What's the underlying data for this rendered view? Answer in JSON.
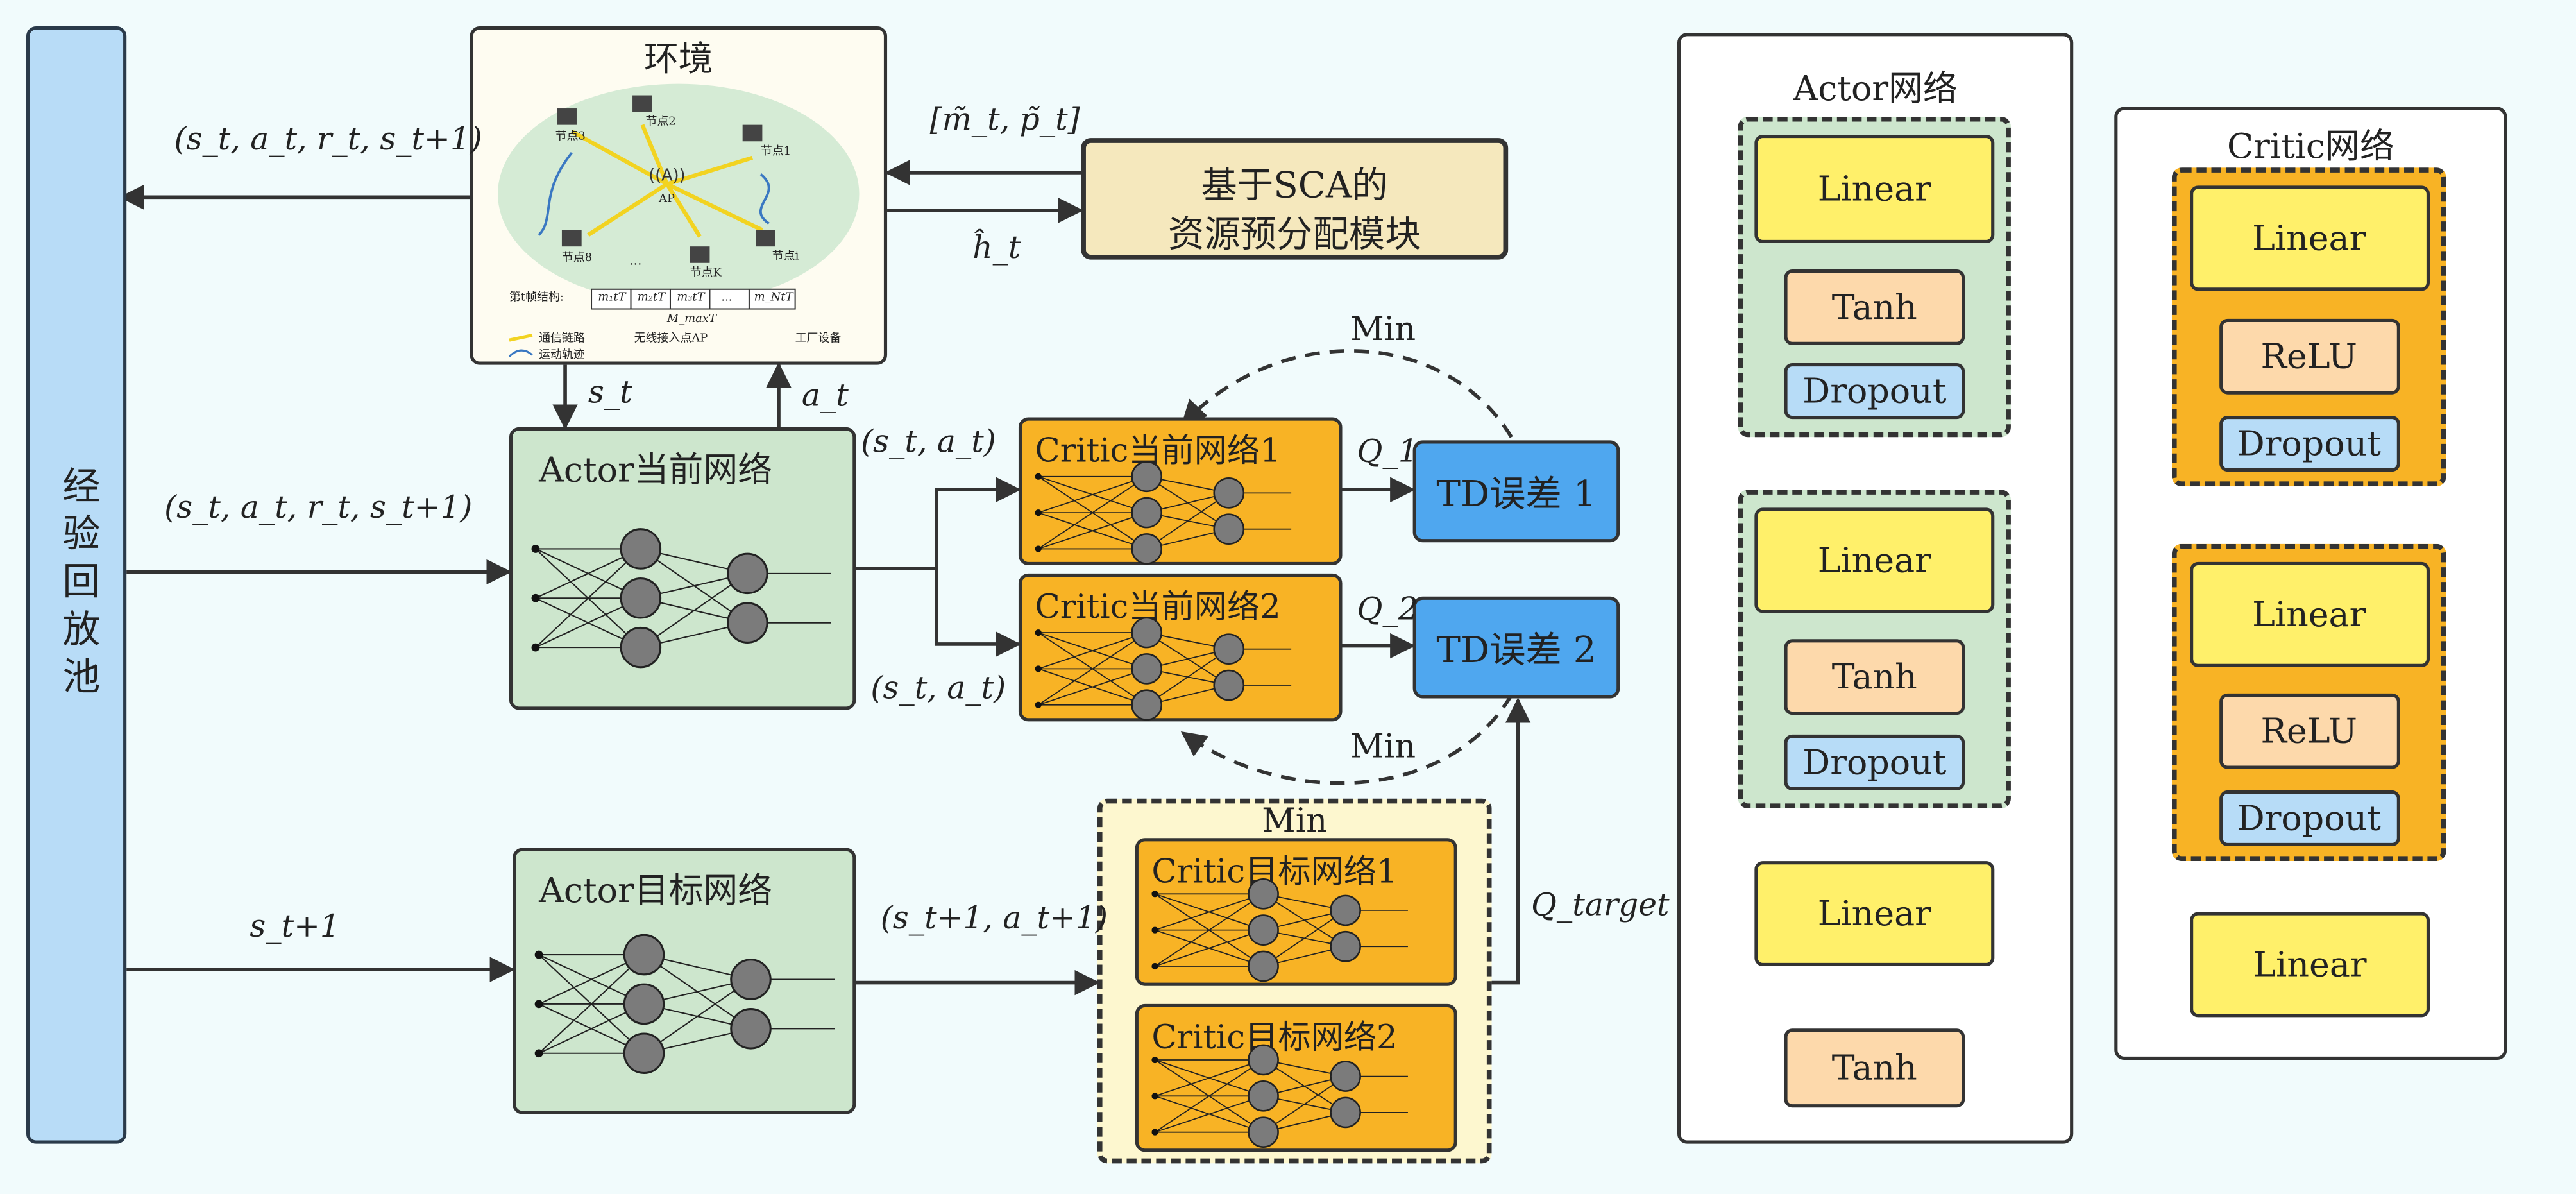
{
  "replay_buffer": {
    "label": "经验回放池"
  },
  "environment": {
    "title": "环境",
    "nodes": [
      "节点2",
      "节点1",
      "节点3",
      "节点8",
      "节点K",
      "节点i"
    ],
    "ap_label": "AP",
    "ellipsis": "...",
    "frame_label": "第t帧结构:",
    "frame_slots": [
      "m₁tT",
      "m₂tT",
      "m₃tT",
      "...",
      "m_NtT"
    ],
    "frame_total": "M_maxT",
    "legend": [
      {
        "label": "通信链路",
        "color": "#f2d321"
      },
      {
        "label": "无线接入点AP",
        "color": "#444444"
      },
      {
        "label": "工厂设备",
        "color": "#444444"
      },
      {
        "label": "运动轨迹",
        "color": "#3a78c2"
      }
    ]
  },
  "sca_module": {
    "line1": "基于SCA的",
    "line2": "资源预分配模块"
  },
  "actor_current": {
    "title": "Actor当前网络"
  },
  "actor_target": {
    "title": "Actor目标网络"
  },
  "critic_current_1": {
    "title": "Critic当前网络1"
  },
  "critic_current_2": {
    "title": "Critic当前网络2"
  },
  "critic_target_group": {
    "title": "Min"
  },
  "critic_target_1": {
    "title": "Critic目标网络1"
  },
  "critic_target_2": {
    "title": "Critic目标网络2"
  },
  "td_error_1": {
    "label": "TD误差 1"
  },
  "td_error_2": {
    "label": "TD误差 2"
  },
  "min_labels": {
    "top": "Min",
    "bottom": "Min"
  },
  "math_labels": {
    "transition_top": "(s_t, a_t, r_t, s_t+1)",
    "transition_mid": "(s_t, a_t, r_t, s_t+1)",
    "s_next": "s_t+1",
    "s_t": "s_t",
    "a_t": "a_t",
    "m_p": "[m̃_t, p̃_t]",
    "h_t": "ĥ_t",
    "sa_top": "(s_t, a_t)",
    "sa_bottom": "(s_t, a_t)",
    "sa_next": "(s_t+1, a_t+1)",
    "q1": "Q_1",
    "q2": "Q_2",
    "q_target": "Q_target"
  },
  "actor_panel": {
    "title": "Actor网络",
    "block1": [
      "Linear",
      "Tanh",
      "Dropout"
    ],
    "block2": [
      "Linear",
      "Tanh",
      "Dropout"
    ],
    "tail": [
      "Linear",
      "Tanh"
    ]
  },
  "critic_panel": {
    "title": "Critic网络",
    "block1": [
      "Linear",
      "ReLU",
      "Dropout"
    ],
    "block2": [
      "Linear",
      "ReLU",
      "Dropout"
    ],
    "tail": [
      "Linear"
    ]
  },
  "colors": {
    "background": "#f1fbfc",
    "replay": "#b8dcf7",
    "actor_green": "#cde6cd",
    "critic_orange": "#f8b325",
    "td_blue": "#4fa7ef",
    "sca_cream": "#f5e8bd",
    "target_cream": "#fdf7cf",
    "linear_yellow": "#fff06a",
    "tanh_peach": "#fdd9ab",
    "dropout_blue": "#b7dcf7"
  }
}
